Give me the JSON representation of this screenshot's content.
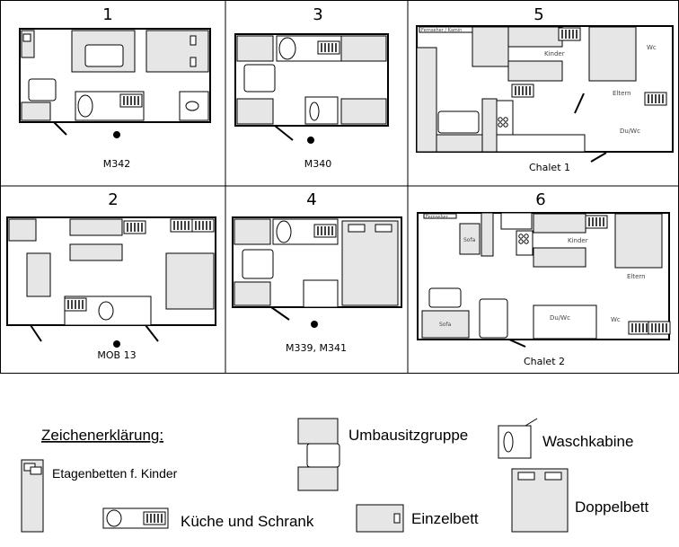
{
  "plans": [
    {
      "number": "1",
      "caption": "M342"
    },
    {
      "number": "3",
      "caption": "M340"
    },
    {
      "number": "5",
      "caption": "Chalet 1",
      "labels": {
        "tv": "Fernseher / Kamin",
        "kids": "Kinder",
        "parents": "Eltern",
        "wc": "Wc",
        "shower": "Du/Wc"
      }
    },
    {
      "number": "2",
      "caption": "MOB 13"
    },
    {
      "number": "4",
      "caption": "M339, M341"
    },
    {
      "number": "6",
      "caption": "Chalet 2",
      "labels": {
        "tv": "Fernseher",
        "sofa1": "Sofa",
        "sofa2": "Sofa",
        "kids": "Kinder",
        "parents": "Eltern",
        "wc": "Wc",
        "shower": "Du/Wc"
      }
    }
  ],
  "legend": {
    "title": "Zeichenerklärung:",
    "bunk": "Etagenbetten f. Kinder",
    "convertible": "Umbausitzgruppe",
    "washroom": "Waschkabine",
    "kitchen": "Küche und Schrank",
    "single": "Einzelbett",
    "double": "Doppelbett"
  }
}
